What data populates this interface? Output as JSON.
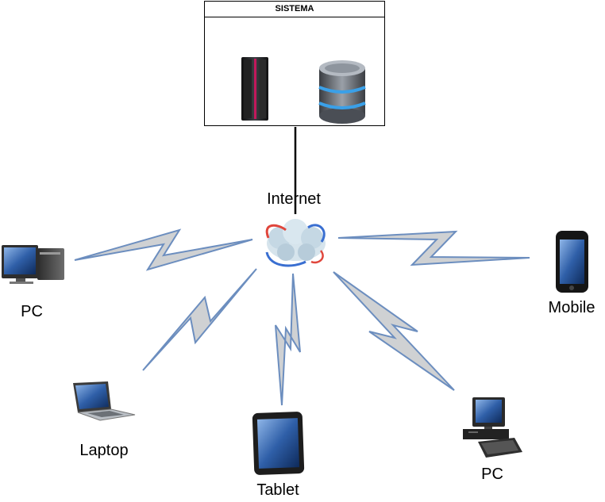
{
  "system": {
    "title": "SISTEMA",
    "icons": [
      "server-icon",
      "database-icon"
    ]
  },
  "hub": {
    "label": "Internet",
    "icon": "cloud-network-icon"
  },
  "nodes": {
    "pc_left": {
      "label": "PC",
      "icon": "desktop-computer-icon"
    },
    "laptop": {
      "label": "Laptop",
      "icon": "laptop-icon"
    },
    "tablet": {
      "label": "Tablet",
      "icon": "tablet-icon"
    },
    "pc_right": {
      "label": "PC",
      "icon": "workstation-icon"
    },
    "mobile": {
      "label": "Mobile",
      "icon": "smartphone-icon"
    }
  },
  "colors": {
    "bolt_fill": "#cfd1d3",
    "bolt_stroke": "#6c8ebf",
    "line": "#000000"
  }
}
